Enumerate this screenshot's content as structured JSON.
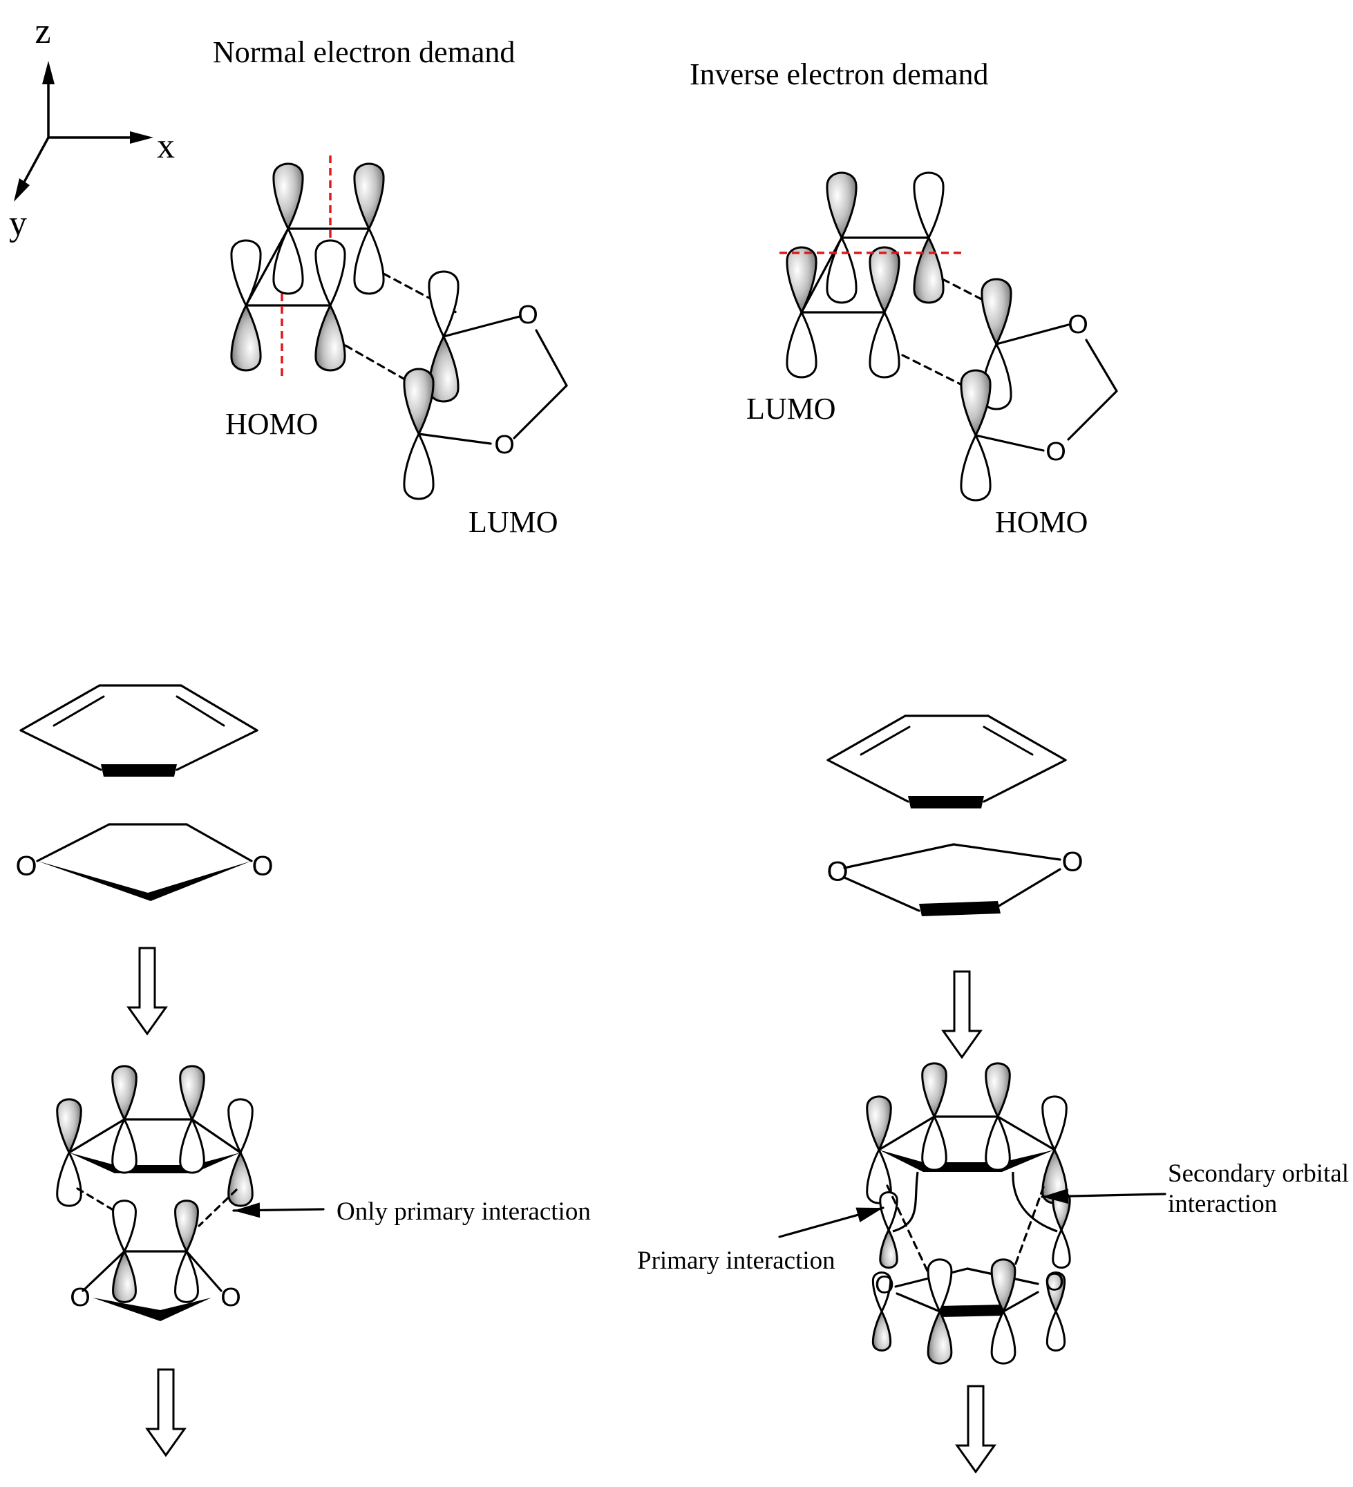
{
  "axes": {
    "z": "z",
    "x": "x",
    "y": "y"
  },
  "normal": {
    "title": "Normal electron demand",
    "homo": "HOMO",
    "lumo": "LUMO",
    "note": "Only primary interaction"
  },
  "inverse": {
    "title": "Inverse electron demand",
    "lumo": "LUMO",
    "homo": "HOMO",
    "note_primary": "Primary interaction",
    "note_secondary_1": "Secondary orbital",
    "note_secondary_2": "interaction"
  },
  "atom_label": "O",
  "colors": {
    "node_line": "#e0191b",
    "stroke": "#000000",
    "lobe_shade": "#8a8a8a"
  }
}
